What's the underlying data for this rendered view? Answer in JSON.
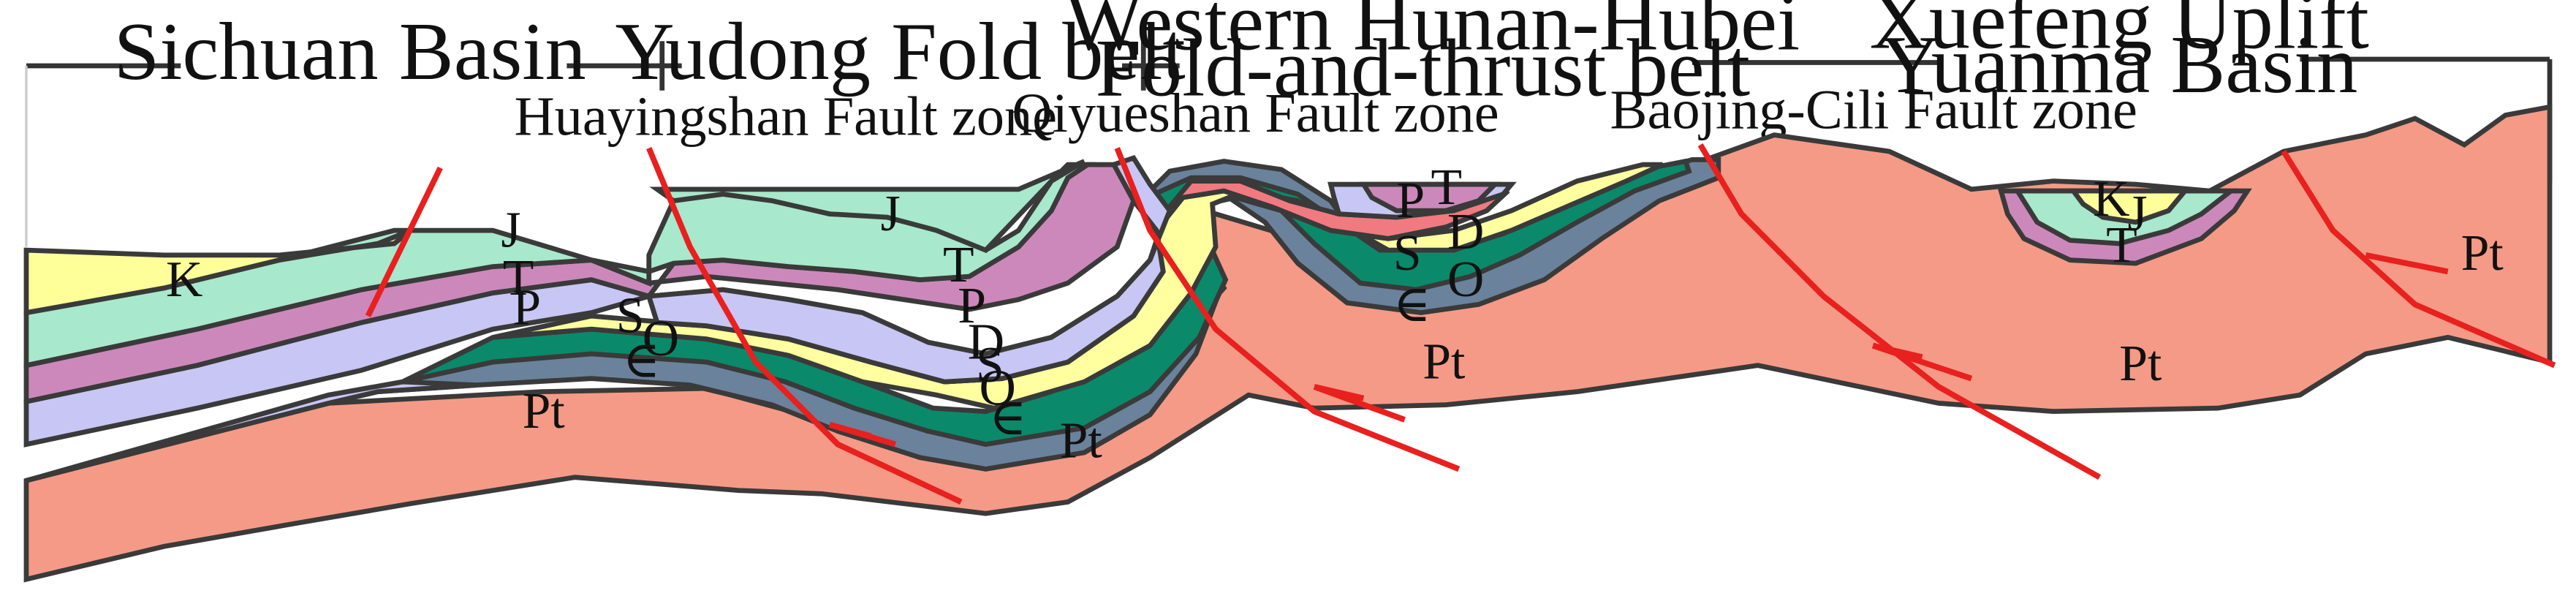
{
  "regions": [
    {
      "title": "Sichuan Basin"
    },
    {
      "title": "Yudong Fold belt"
    },
    {
      "title_line1": "Western Hunan-Hubei",
      "title_line2": "Fold-and-thrust belt"
    },
    {
      "title_line1": "Xuefeng Uplift",
      "title_line2": "Yuanma Basin"
    }
  ],
  "fault_zones": [
    {
      "label": "Huayingshan Fault zone"
    },
    {
      "label": "Qiyueshan Fault zone"
    },
    {
      "label": "Baojing-Cili Fault zone"
    }
  ],
  "strata": [
    {
      "symbol": "K",
      "color": "#ffff99"
    },
    {
      "symbol": "J",
      "color": "#a8e8cc"
    },
    {
      "symbol": "T",
      "color": "#cc88bb"
    },
    {
      "symbol": "P",
      "color": "#c7c6f4"
    },
    {
      "symbol": "D",
      "color": "#f07a80"
    },
    {
      "symbol": "S",
      "color": "#ffffa0"
    },
    {
      "symbol": "O",
      "color": "#0a8a6a"
    },
    {
      "symbol": "∈",
      "color": "#6a829c"
    },
    {
      "symbol": "Pt",
      "color": "#f59a86"
    }
  ],
  "unit_labels": [
    {
      "text": "K"
    },
    {
      "text": "J"
    },
    {
      "text": "T"
    },
    {
      "text": "P"
    },
    {
      "text": "S"
    },
    {
      "text": "O"
    },
    {
      "text": "∈"
    },
    {
      "text": "Pt"
    },
    {
      "text": "J"
    },
    {
      "text": "T"
    },
    {
      "text": "P"
    },
    {
      "text": "D"
    },
    {
      "text": "S"
    },
    {
      "text": "O"
    },
    {
      "text": "∈"
    },
    {
      "text": "Pt"
    },
    {
      "text": "T"
    },
    {
      "text": "P"
    },
    {
      "text": "D"
    },
    {
      "text": "S"
    },
    {
      "text": "O"
    },
    {
      "text": "∈"
    },
    {
      "text": "Pt"
    },
    {
      "text": "K"
    },
    {
      "text": "J"
    },
    {
      "text": "T"
    },
    {
      "text": "Pt"
    },
    {
      "text": "Pt"
    }
  ]
}
